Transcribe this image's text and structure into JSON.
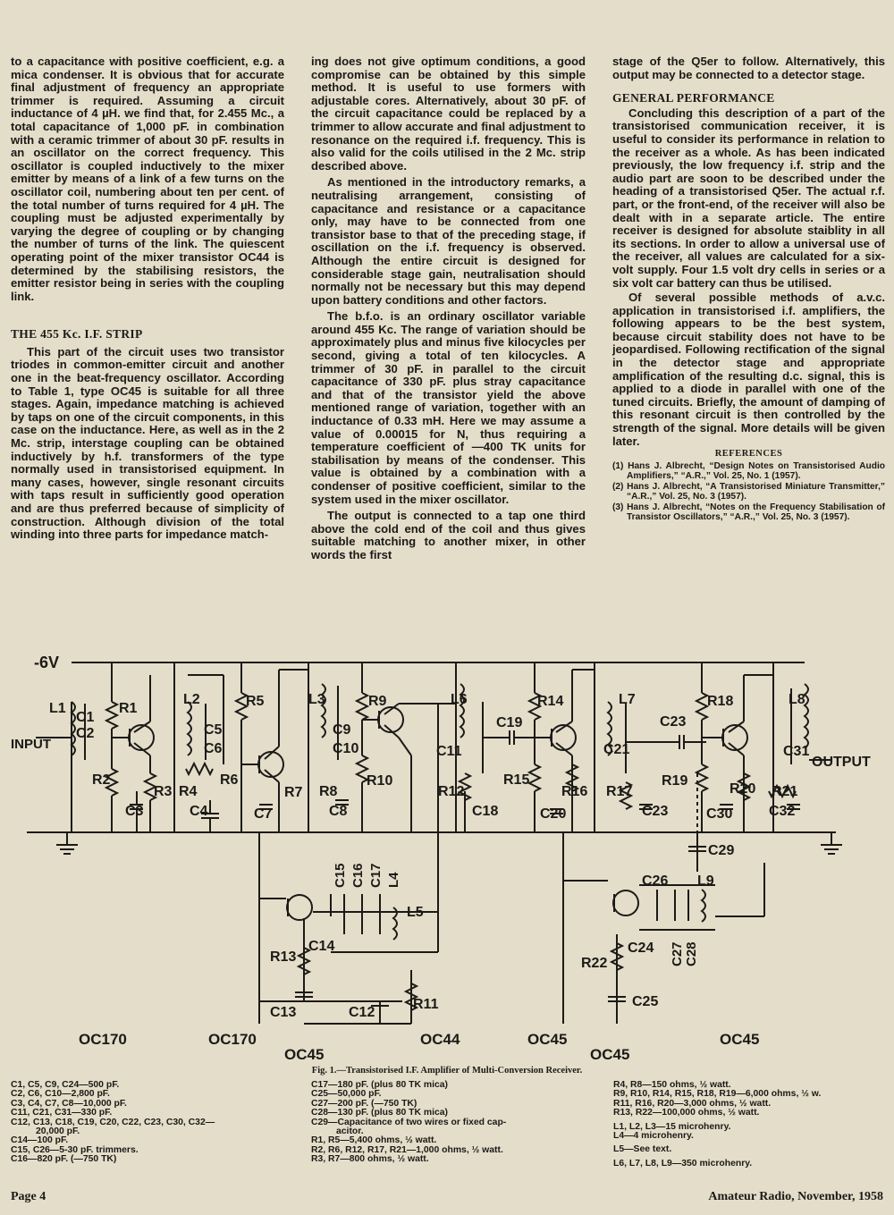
{
  "col1": {
    "p1": "to a capacitance with positive coefficient, e.g. a mica condenser. It is obvious that for accurate final adjustment of frequency an appropriate trimmer is required. Assuming a circuit inductance of 4 µH. we find that, for 2.455 Mc., a total capacitance of 1,000 pF. in combination with a ceramic trimmer of about 30 pF. results in an oscillator on the correct frequency. This oscillator is coupled inductively to the mixer emitter by means of a link of a few turns on the oscillator coil, numbering about ten per cent. of the total number of turns required for 4 µH. The coupling must be adjusted experimentally by varying the degree of coupling or by changing the number of turns of the link. The quiescent operating point of the mixer transistor OC44 is determined by the stabilising resistors, the emitter resistor being in series with the coupling link.",
    "heading": "THE 455 Kc. I.F. STRIP",
    "p2": "This part of the circuit uses two transistor triodes in common-emitter circuit and another one in the beat-frequency oscillator. According to Table 1, type OC45 is suitable for all three stages. Again, impedance matching is achieved by taps on one of the circuit components, in this case on the inductance. Here, as well as in the 2 Mc. strip, interstage coupling can be obtained inductively by h.f. transformers of the type normally used in transistorised equipment. In many cases, however, single resonant circuits with taps result in sufficiently good operation and are thus preferred because of simplicity of construction. Although division of the total winding into three parts for impedance match-"
  },
  "col2": {
    "p1": "ing does not give optimum conditions, a good compromise can be obtained by this simple method. It is useful to use formers with adjustable cores. Alternatively, about 30 pF. of the circuit capacitance could be replaced by a trimmer to allow accurate and final adjustment to resonance on the required i.f. frequency. This is also valid for the coils utilised in the 2 Mc. strip described above.",
    "p2": "As mentioned in the introductory remarks, a neutralising arrangement, consisting of capacitance and resistance or a capacitance only, may have to be connected from one transistor base to that of the preceding stage, if oscillation on the i.f. frequency is observed. Although the entire circuit is designed for considerable stage gain, neutralisation should normally not be necessary but this may depend upon battery conditions and other factors.",
    "p3": "The b.f.o. is an ordinary oscillator variable around 455 Kc. The range of variation should be approximately plus and minus five kilocycles per second, giving a total of ten kilocycles. A trimmer of 30 pF. in parallel to the circuit capacitance of 330 pF. plus stray capacitance and that of the transistor yield the above mentioned range of variation, together with an inductance of 0.33 mH. Here we may assume a value of 0.00015 for N, thus requiring a temperature coefficient of —400 TK units for stabilisation by means of the condenser. This value is obtained by a combination with a condenser of positive coefficient, similar to the system used in the mixer oscillator.",
    "p4": "The output is connected to a tap one third above the cold end of the coil and thus gives suitable matching to another mixer, in other words the first"
  },
  "col3": {
    "p1": "stage of the Q5er to follow. Alternatively, this output may be connected to a detector stage.",
    "heading": "GENERAL PERFORMANCE",
    "p2": "Concluding this description of a part of the transistorised communication receiver, it is useful to consider its performance in relation to the receiver as a whole. As has been indicated previously, the low frequency i.f. strip and the audio part are soon to be described under the heading of a transistorised Q5er. The actual r.f. part, or the front-end, of the receiver will also be dealt with in a separate article. The entire receiver is designed for absolute staiblity in all its sections. In order to allow a universal use of the receiver, all values are calculated for a six-volt supply. Four 1.5 volt dry cells in series or a six volt car battery can thus be utilised.",
    "p3": "Of several possible methods of a.v.c. application in transistorised i.f. amplifiers, the following appears to be the best system, because circuit stability does not have to be jeopardised. Following rectification of the signal in the detector stage and appropriate amplification of the resulting d.c. signal, this is applied to a diode in parallel with one of the tuned circuits. Briefly, the amount of damping of this resonant circuit is then controlled by the strength of the signal. More details will be given later.",
    "ref_heading": "REFERENCES",
    "refs": [
      "(1) Hans J. Albrecht, “Design Notes on Transistorised Audio Amplifiers,” “A.R.,” Vol. 25, No. 1 (1957).",
      "(2) Hans J. Albrecht, “A Transistorised Miniature Transmitter,” “A.R.,” Vol. 25, No. 3 (1957).",
      "(3) Hans J. Albrecht, “Notes on the Frequency Stabilisation of Transistor Oscillators,” “A.R.,” Vol. 25, No. 3 (1957)."
    ]
  },
  "schematic": {
    "supply": "-6V",
    "input": "INPUT",
    "output": "OUTPUT",
    "labels": {
      "L1": "L1",
      "C1": "C1",
      "C2": "C2",
      "R1": "R1",
      "R2": "R2",
      "C3": "C3",
      "R3": "R3",
      "L2": "L2",
      "C5": "C5",
      "C6": "C6",
      "R4": "R4",
      "R6": "R6",
      "C4": "C4",
      "R5": "R5",
      "C7": "C7",
      "R7": "R7",
      "L3": "L3",
      "C9": "C9",
      "C10": "C10",
      "R8": "R8",
      "C8": "C8",
      "R9": "R9",
      "R10": "R10",
      "L6": "L6",
      "C11": "C11",
      "R12": "R12",
      "C18": "C18",
      "C19": "C19",
      "R14": "R14",
      "R15": "R15",
      "R16": "R16",
      "C20": "C20",
      "L7": "L7",
      "C21": "C21",
      "R17": "R17",
      "C23a": "C23",
      "C23b": "C23",
      "R18": "R18",
      "R19": "R19",
      "R20": "R20",
      "C30": "C30",
      "L8": "L8",
      "C31": "C31",
      "R21": "R21",
      "C32": "C32",
      "C29": "C29",
      "C15": "C15",
      "C16": "C16",
      "C17": "C17",
      "L4": "L4",
      "L5": "L5",
      "C14": "C14",
      "R13": "R13",
      "C13": "C13",
      "C12": "C12",
      "R11": "R11",
      "C26": "C26",
      "L9": "L9",
      "C24": "C24",
      "C27": "C27",
      "C28": "C28",
      "R22": "R22",
      "C25": "C25"
    },
    "transistors": [
      "OC170",
      "OC170",
      "OC45",
      "OC44",
      "OC45",
      "OC45",
      "OC45"
    ]
  },
  "caption": "Fig. 1.—Transistorised I.F. Amplifier of Multi-Conversion Receiver.",
  "parts": {
    "col1": [
      "C1, C5, C9, C24—500 pF.",
      "C2, C6, C10—2,800 pF.",
      "C3, C4, C7, C8—10,000 pF.",
      "C11, C21, C31—330 pF.",
      "C12, C13, C18, C19, C20, C22, C23, C30, C32—",
      "20,000 pF.",
      "C14—100 pF.",
      "C15, C26—5-30 pF. trimmers.",
      "C16—820 pF. (—750 TK)"
    ],
    "col2": [
      "C17—180 pF. (plus 80 TK mica)",
      "C25—50,000 pF.",
      "C27—200 pF. (—750 TK)",
      "C28—130 pF. (plus 80 TK mica)",
      "C29—Capacitance of two wires or fixed cap-",
      "acitor.",
      "R1, R5—5,400 ohms, ½ watt.",
      "R2, R6, R12, R17, R21—1,000 ohms, ½ watt.",
      "R3, R7—800 ohms, ½ watt."
    ],
    "col3": [
      "R4, R8—150 ohms, ½ watt.",
      "R9, R10, R14, R15, R18, R19—6,000 ohms, ½ w.",
      "R11, R16, R20—3,000 ohms, ½ watt.",
      "R13, R22—100,000 ohms, ½ watt.",
      "L1, L2, L3—15 microhenry.",
      "L4—4 microhenry.",
      "L5—See text.",
      "L6, L7, L8, L9—350 microhenry."
    ]
  },
  "footer": {
    "left": "Page 4",
    "right": "Amateur Radio, November, 1958"
  }
}
